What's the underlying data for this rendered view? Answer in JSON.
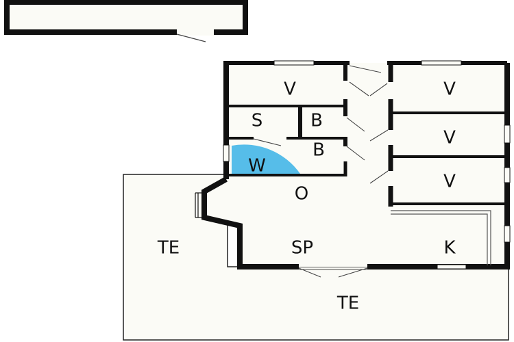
{
  "colors": {
    "background": "#ffffff",
    "floor": "#fbfbf6",
    "wall": "#111111",
    "thin_line": "#444444",
    "wc_highlight": "#56bde9"
  },
  "rooms": [
    {
      "id": "bedroom-top-left",
      "label": "V"
    },
    {
      "id": "bedroom-top-right",
      "label": "V"
    },
    {
      "id": "bedroom-middle-right",
      "label": "V"
    },
    {
      "id": "bedroom-lower-right",
      "label": "V"
    },
    {
      "id": "storage",
      "label": "S"
    },
    {
      "id": "bathroom-upper",
      "label": "B"
    },
    {
      "id": "bathroom-lower",
      "label": "B"
    },
    {
      "id": "wc",
      "label": "W"
    },
    {
      "id": "living",
      "label": "O"
    },
    {
      "id": "dining",
      "label": "SP"
    },
    {
      "id": "kitchen",
      "label": "K"
    },
    {
      "id": "terrace-left",
      "label": "TE"
    },
    {
      "id": "terrace-bottom",
      "label": "TE"
    }
  ]
}
